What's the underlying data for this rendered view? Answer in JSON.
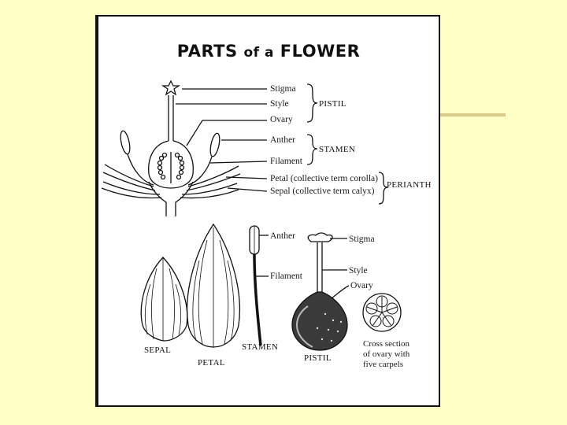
{
  "title": {
    "main": "PARTS",
    "of": "of a",
    "flower": "FLOWER"
  },
  "top_labels": {
    "stigma": "Stigma",
    "style": "Style",
    "ovary": "Ovary",
    "pistil": "PISTIL",
    "anther": "Anther",
    "filament": "Filament",
    "stamen": "STAMEN",
    "petal": "Petal (collective term corolla)",
    "sepal": "Sepal (collective term calyx)",
    "perianth": "PERIANTH"
  },
  "bottom_labels": {
    "anther": "Anther",
    "filament": "Filament",
    "stigma": "Stigma",
    "style": "Style",
    "ovary": "Ovary"
  },
  "captions": {
    "sepal": "SEPAL",
    "petal": "PETAL",
    "stamen": "STAMEN",
    "pistil": "PISTIL",
    "cross_section": [
      "Cross section",
      "of ovary with",
      "five carpels"
    ]
  }
}
